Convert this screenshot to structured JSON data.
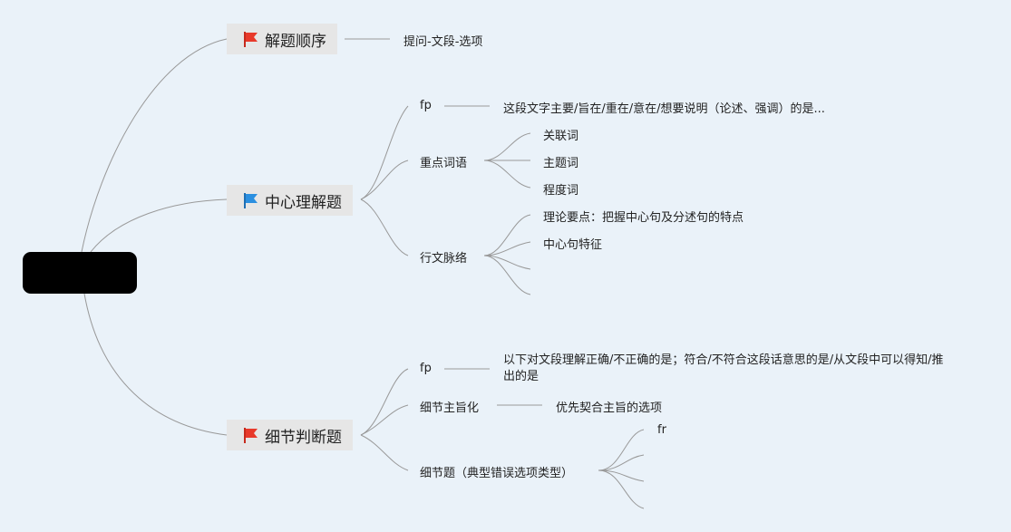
{
  "mindmap": {
    "root": {
      "label": ""
    },
    "topics": [
      {
        "label": "解题顺序",
        "flag_color": "#e8392a",
        "note": "提问-文段-选项"
      },
      {
        "label": "中心理解题",
        "flag_color": "#2b8fe0",
        "children": [
          {
            "label": "fp",
            "note": "这段文字主要/旨在/重在/意在/想要说明（论述、强调）的是..."
          },
          {
            "label": "重点词语",
            "children": [
              "关联词",
              "主题词",
              "程度词"
            ]
          },
          {
            "label": "行文脉络",
            "children": [
              "理论要点：把握中心句及分述句的特点",
              "中心句特征",
              "",
              ""
            ]
          }
        ]
      },
      {
        "label": "细节判断题",
        "flag_color": "#e8392a",
        "children": [
          {
            "label": "fp",
            "note": "以下对文段理解正确/不正确的是；符合/不符合这段话意思的是/从文段中可以得知/推出的是"
          },
          {
            "label": "细节主旨化",
            "note": "优先契合主旨的选项"
          },
          {
            "label": "细节题（典型错误选项类型）",
            "children": [
              "fr",
              "",
              "",
              ""
            ]
          }
        ]
      }
    ]
  }
}
